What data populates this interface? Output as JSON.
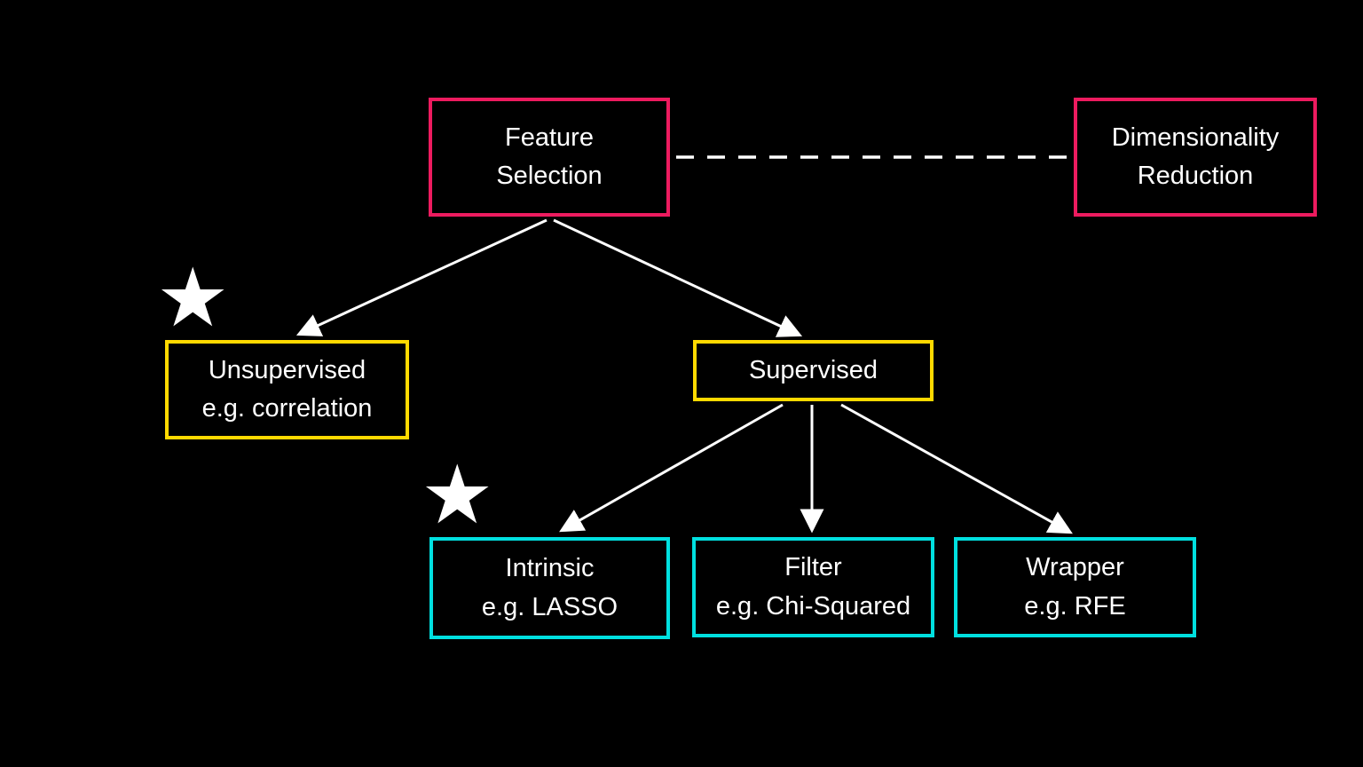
{
  "background": "#000000",
  "colors": {
    "level1_pink": "#ed1b5f",
    "level2_yellow": "#ffd900",
    "level3_cyan": "#00e0e0",
    "edge_white": "#ffffff",
    "text": "#ffffff"
  },
  "nodes": {
    "feature_selection": {
      "line1": "Feature",
      "line2": "Selection"
    },
    "dimensionality_reduction": {
      "line1": "Dimensionality",
      "line2": "Reduction"
    },
    "unsupervised": {
      "line1": "Unsupervised",
      "line2": "e.g. correlation"
    },
    "supervised": {
      "line1": "Supervised"
    },
    "intrinsic": {
      "line1": "Intrinsic",
      "line2": "e.g. LASSO"
    },
    "filter": {
      "line1": "Filter",
      "line2": "e.g. Chi-Squared"
    },
    "wrapper": {
      "line1": "Wrapper",
      "line2": "e.g. RFE"
    }
  },
  "icons": {
    "star": "★"
  },
  "edges": [
    {
      "from": "feature_selection",
      "to": "dimensionality_reduction",
      "style": "dashed-line"
    },
    {
      "from": "feature_selection",
      "to": "unsupervised",
      "style": "arrow"
    },
    {
      "from": "feature_selection",
      "to": "supervised",
      "style": "arrow"
    },
    {
      "from": "supervised",
      "to": "intrinsic",
      "style": "arrow"
    },
    {
      "from": "supervised",
      "to": "filter",
      "style": "arrow"
    },
    {
      "from": "supervised",
      "to": "wrapper",
      "style": "arrow"
    }
  ]
}
